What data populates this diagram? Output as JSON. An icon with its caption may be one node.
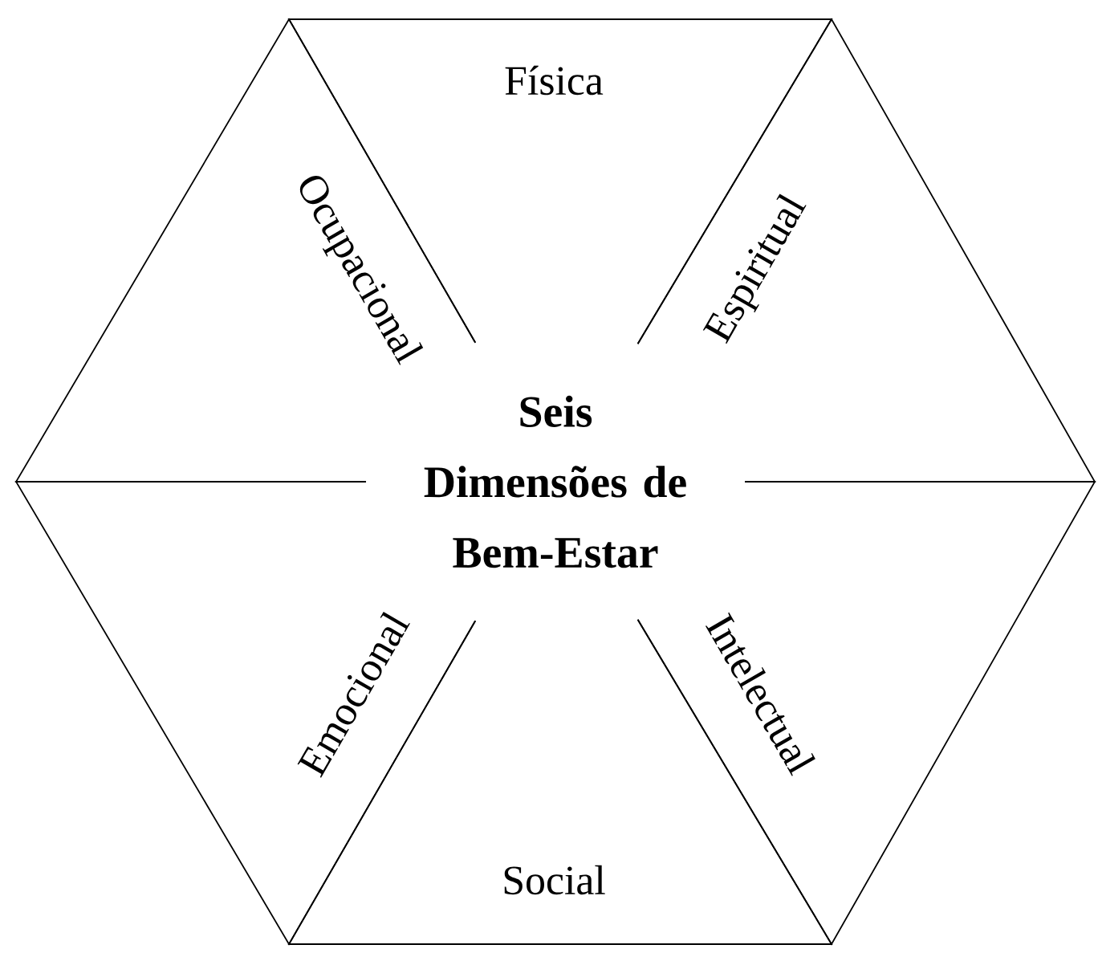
{
  "diagram": {
    "title": "Seis Dimensões de Bem-Estar",
    "nodes": [
      {
        "text": [
          "Física"
        ]
      },
      {
        "text": [
          "Ocupacional"
        ]
      },
      {
        "text": [
          "Espiritual"
        ]
      },
      {
        "text": [
          "Emocional"
        ]
      },
      {
        "text": [
          "Intelectual"
        ]
      },
      {
        "text": [
          "Social"
        ]
      }
    ]
  }
}
